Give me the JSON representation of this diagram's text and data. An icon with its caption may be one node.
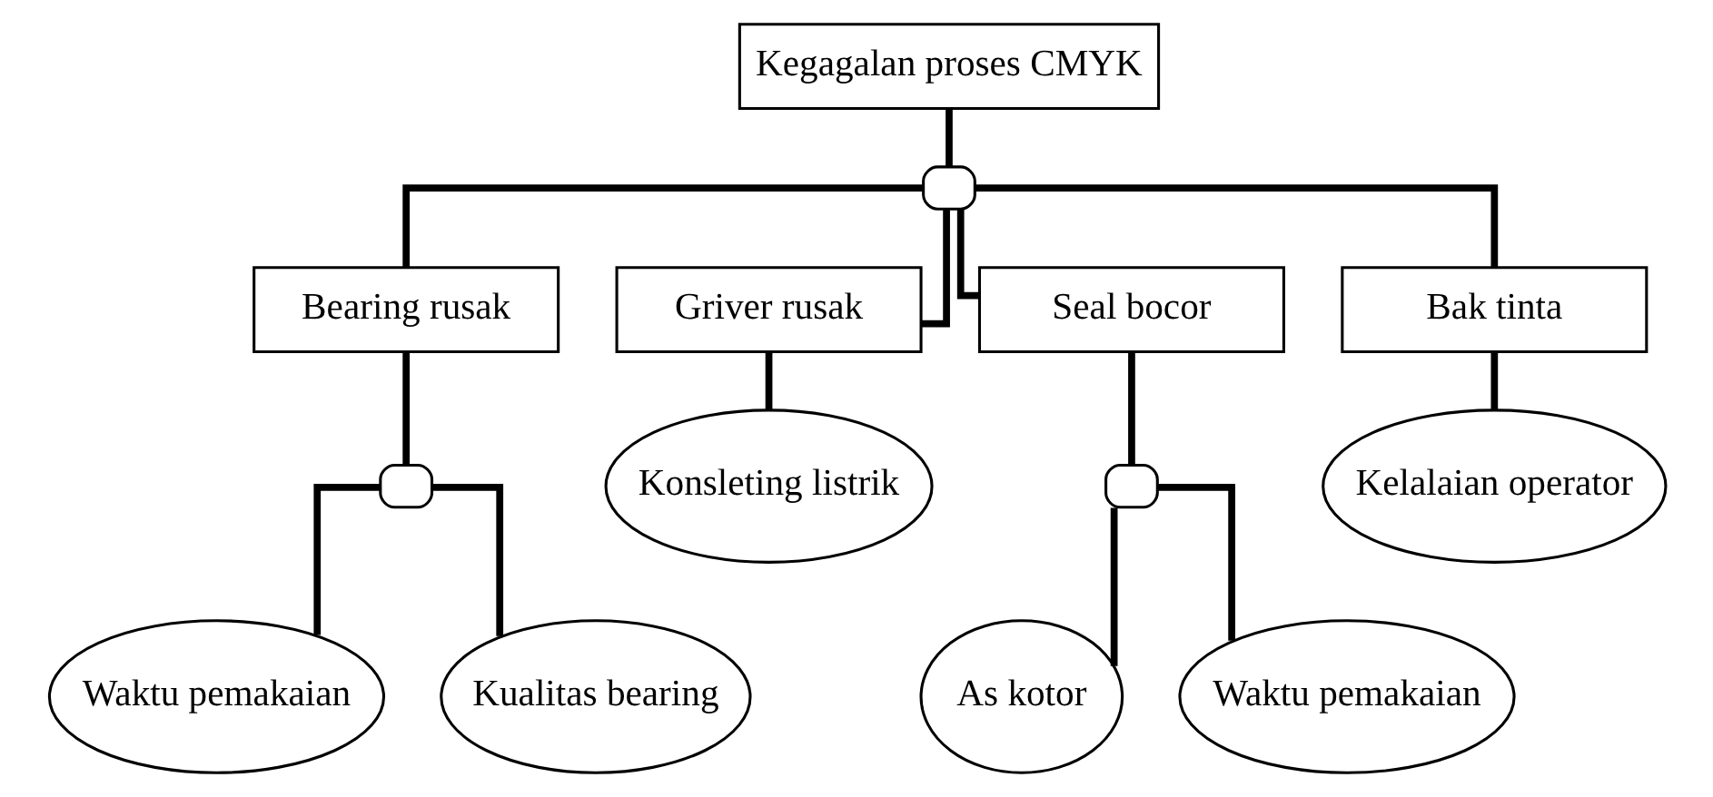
{
  "diagram": {
    "nodes": [
      {
        "text": [
          "Kegagalan proses CMYK"
        ]
      },
      {
        "text": [],
        "shape": "gate"
      },
      {
        "text": [
          "Bearing rusak"
        ]
      },
      {
        "text": [
          "Griver rusak"
        ]
      },
      {
        "text": [
          "Seal bocor"
        ]
      },
      {
        "text": [
          "Bak tinta"
        ]
      },
      {
        "text": [],
        "shape": "gate"
      },
      {
        "text": [],
        "shape": "gate"
      },
      {
        "text": [
          "Waktu pemakaian"
        ]
      },
      {
        "text": [
          "Kualitas bearing"
        ]
      },
      {
        "text": [
          "Konsleting listrik"
        ]
      },
      {
        "text": [
          "As kotor"
        ]
      },
      {
        "text": [
          "Waktu pemakaian"
        ]
      },
      {
        "text": [
          "Kelalaian operator"
        ]
      }
    ],
    "edges": [
      {
        "from": 0,
        "to": 1,
        "arrow": "none"
      },
      {
        "from": 1,
        "to": 2,
        "arrow": "none"
      },
      {
        "from": 1,
        "to": 3,
        "arrow": "none"
      },
      {
        "from": 1,
        "to": 4,
        "arrow": "none"
      },
      {
        "from": 1,
        "to": 5,
        "arrow": "none"
      },
      {
        "from": 2,
        "to": 6,
        "arrow": "none"
      },
      {
        "from": 6,
        "to": 8,
        "arrow": "none"
      },
      {
        "from": 6,
        "to": 9,
        "arrow": "none"
      },
      {
        "from": 3,
        "to": 10,
        "arrow": "none"
      },
      {
        "from": 4,
        "to": 7,
        "arrow": "none"
      },
      {
        "from": 7,
        "to": 11,
        "arrow": "none"
      },
      {
        "from": 7,
        "to": 12,
        "arrow": "none"
      },
      {
        "from": 5,
        "to": 13,
        "arrow": "none"
      }
    ]
  }
}
